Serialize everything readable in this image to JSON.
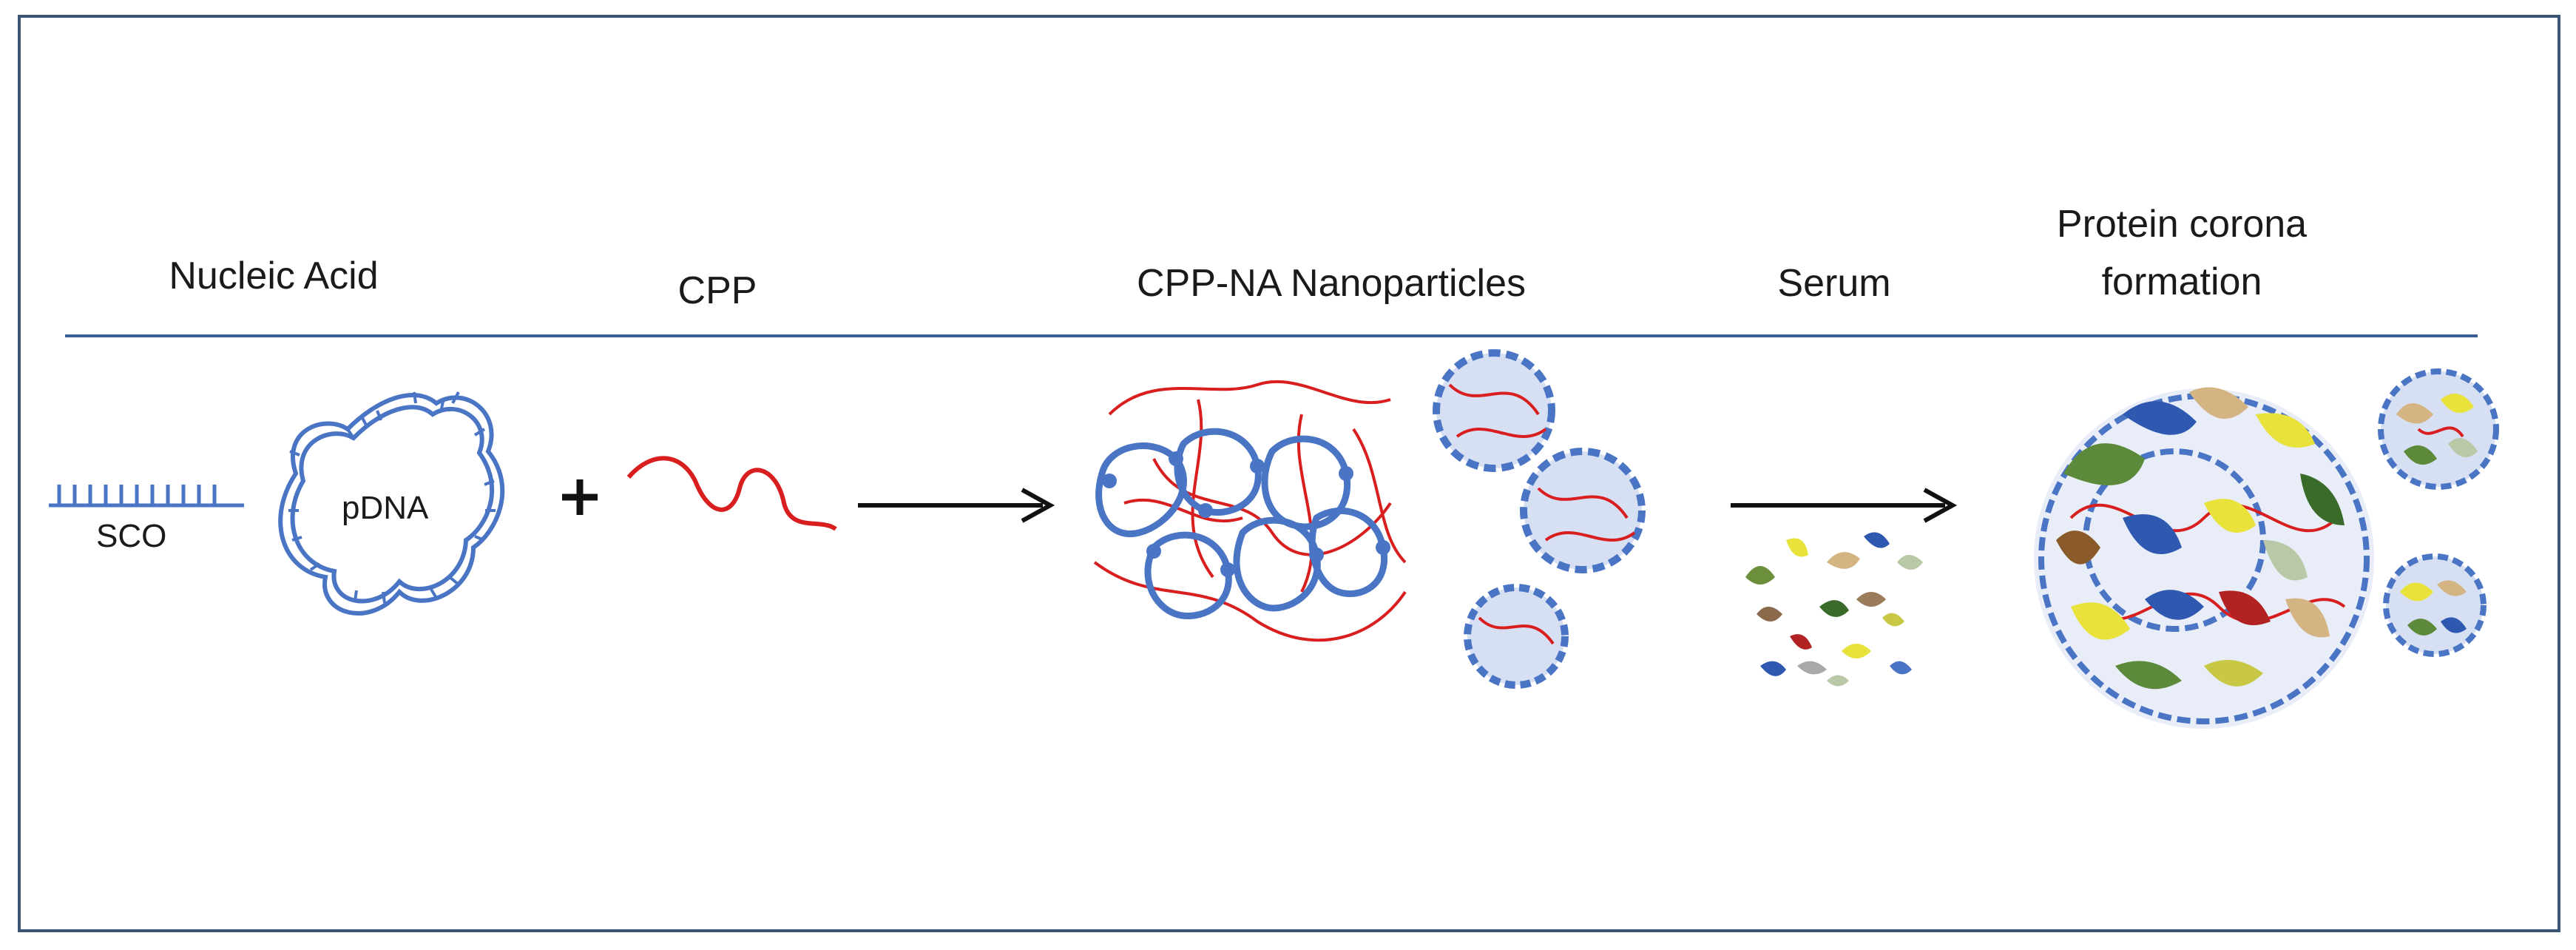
{
  "headers": {
    "nucleic_acid": "Nucleic Acid",
    "cpp": "CPP",
    "nanoparticles": "CPP-NA Nanoparticles",
    "serum": "Serum",
    "corona_line1": "Protein corona",
    "corona_line2": "formation"
  },
  "labels": {
    "sco": "SCO",
    "pdna": "pDNA",
    "plus": "+"
  },
  "colors": {
    "dna_blue": "#4a74c4",
    "cpp_red": "#d81e1e",
    "frame": "#3b5675",
    "arrow": "#111111"
  }
}
